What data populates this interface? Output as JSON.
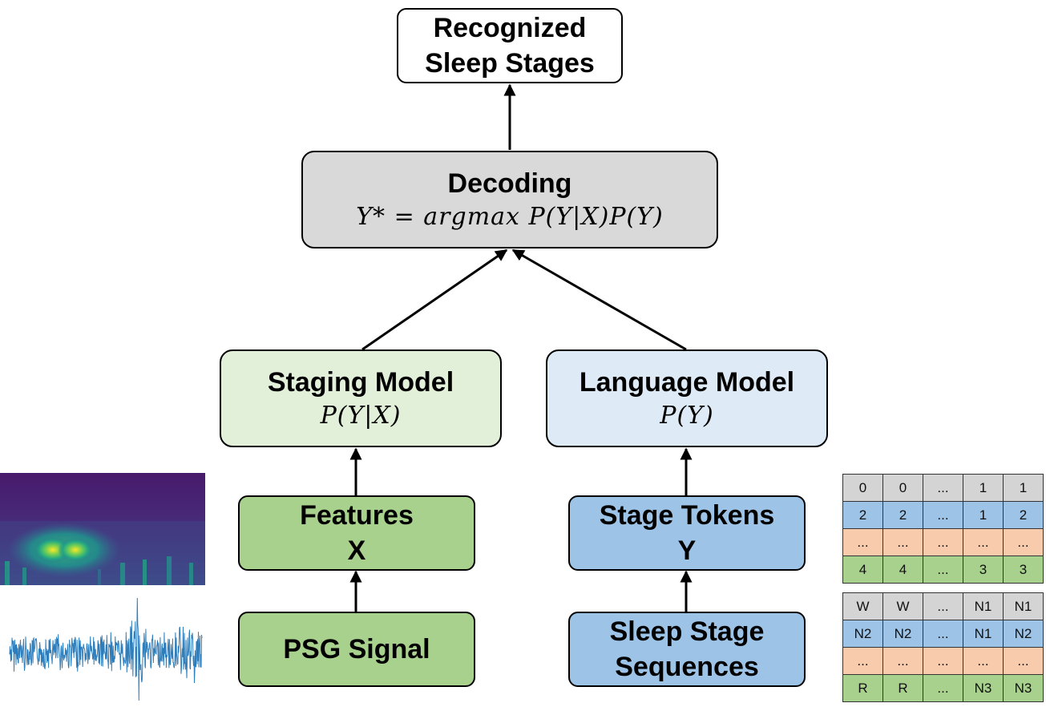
{
  "output": {
    "line1": "Recognized",
    "line2": "Sleep Stages"
  },
  "decoding": {
    "title": "Decoding",
    "formula": "Y* = argmax P(Y|X)P(Y)"
  },
  "staging_model": {
    "title": "Staging Model",
    "formula": "P(Y|X)"
  },
  "language_model": {
    "title": "Language Model",
    "formula": "P(Y)"
  },
  "features": {
    "line1": "Features",
    "line2": "X"
  },
  "stage_tokens": {
    "line1": "Stage Tokens",
    "line2": "Y"
  },
  "psg_signal": {
    "label": "PSG Signal"
  },
  "sleep_stage_sequences": {
    "line1": "Sleep Stage",
    "line2": "Sequences"
  },
  "token_table": {
    "rows": [
      [
        "0",
        "0",
        "...",
        "1",
        "1"
      ],
      [
        "2",
        "2",
        "...",
        "1",
        "2"
      ],
      [
        "...",
        "...",
        "...",
        "...",
        "..."
      ],
      [
        "4",
        "4",
        "...",
        "3",
        "3"
      ]
    ]
  },
  "stage_table": {
    "rows": [
      [
        "W",
        "W",
        "...",
        "N1",
        "N1"
      ],
      [
        "N2",
        "N2",
        "...",
        "N1",
        "N2"
      ],
      [
        "...",
        "...",
        "...",
        "...",
        "..."
      ],
      [
        "R",
        "R",
        "...",
        "N3",
        "N3"
      ]
    ]
  },
  "colors": {
    "box_output": "#ffffff",
    "box_decoding": "#d9d9d9",
    "box_staging_model": "#e2f0d9",
    "box_language_model": "#deebf7",
    "box_green": "#a9d18e",
    "box_blue": "#9dc3e6",
    "row_gray": "#d4d4d4",
    "row_blue": "#9dc3e6",
    "row_orange": "#f8cbad",
    "row_green": "#a9d18e",
    "waveform": "#2e7ebc",
    "spectrogram_bg": "#44196a"
  },
  "icons": {
    "spectrogram": "spectrogram-image",
    "waveform": "eeg-waveform-image"
  }
}
